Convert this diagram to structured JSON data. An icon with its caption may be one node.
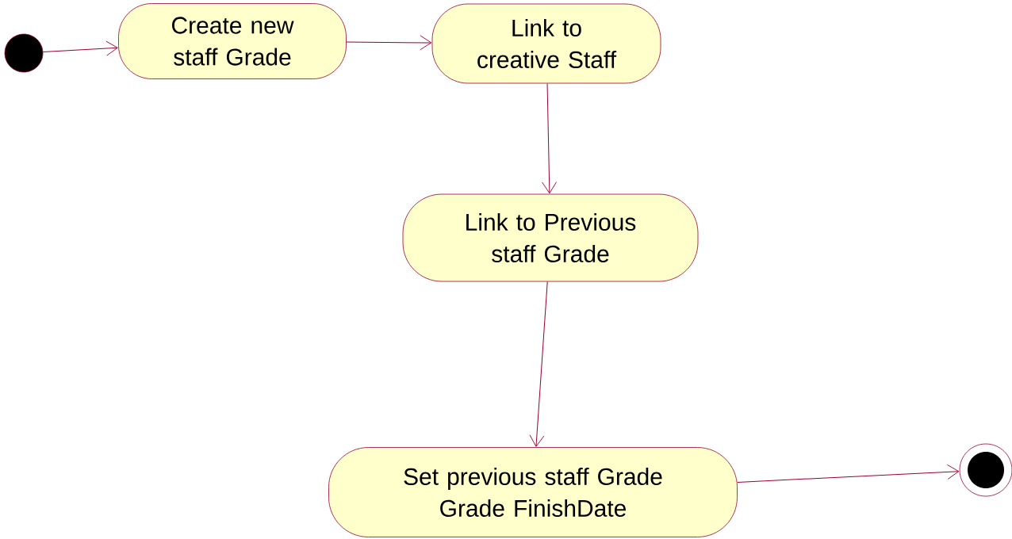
{
  "diagram": {
    "nodes": [
      {
        "text": [],
        "shape": "circle"
      },
      {
        "text": [
          "Create new staff Grade"
        ]
      },
      {
        "text": [
          "Link to creative Staff"
        ]
      },
      {
        "text": [
          "Link to Previous staff Grade"
        ]
      },
      {
        "text": [
          "Set previous staff Grade Grade FinishDate"
        ]
      },
      {
        "text": [],
        "shape": "bullseye"
      }
    ],
    "edges": [
      {
        "from": 0,
        "to": 1,
        "arrow": "to"
      },
      {
        "from": 1,
        "to": 2,
        "arrow": "to"
      },
      {
        "from": 2,
        "to": 3,
        "arrow": "to"
      },
      {
        "from": 3,
        "to": 4,
        "arrow": "to"
      },
      {
        "from": 4,
        "to": 5,
        "arrow": "to"
      }
    ]
  }
}
